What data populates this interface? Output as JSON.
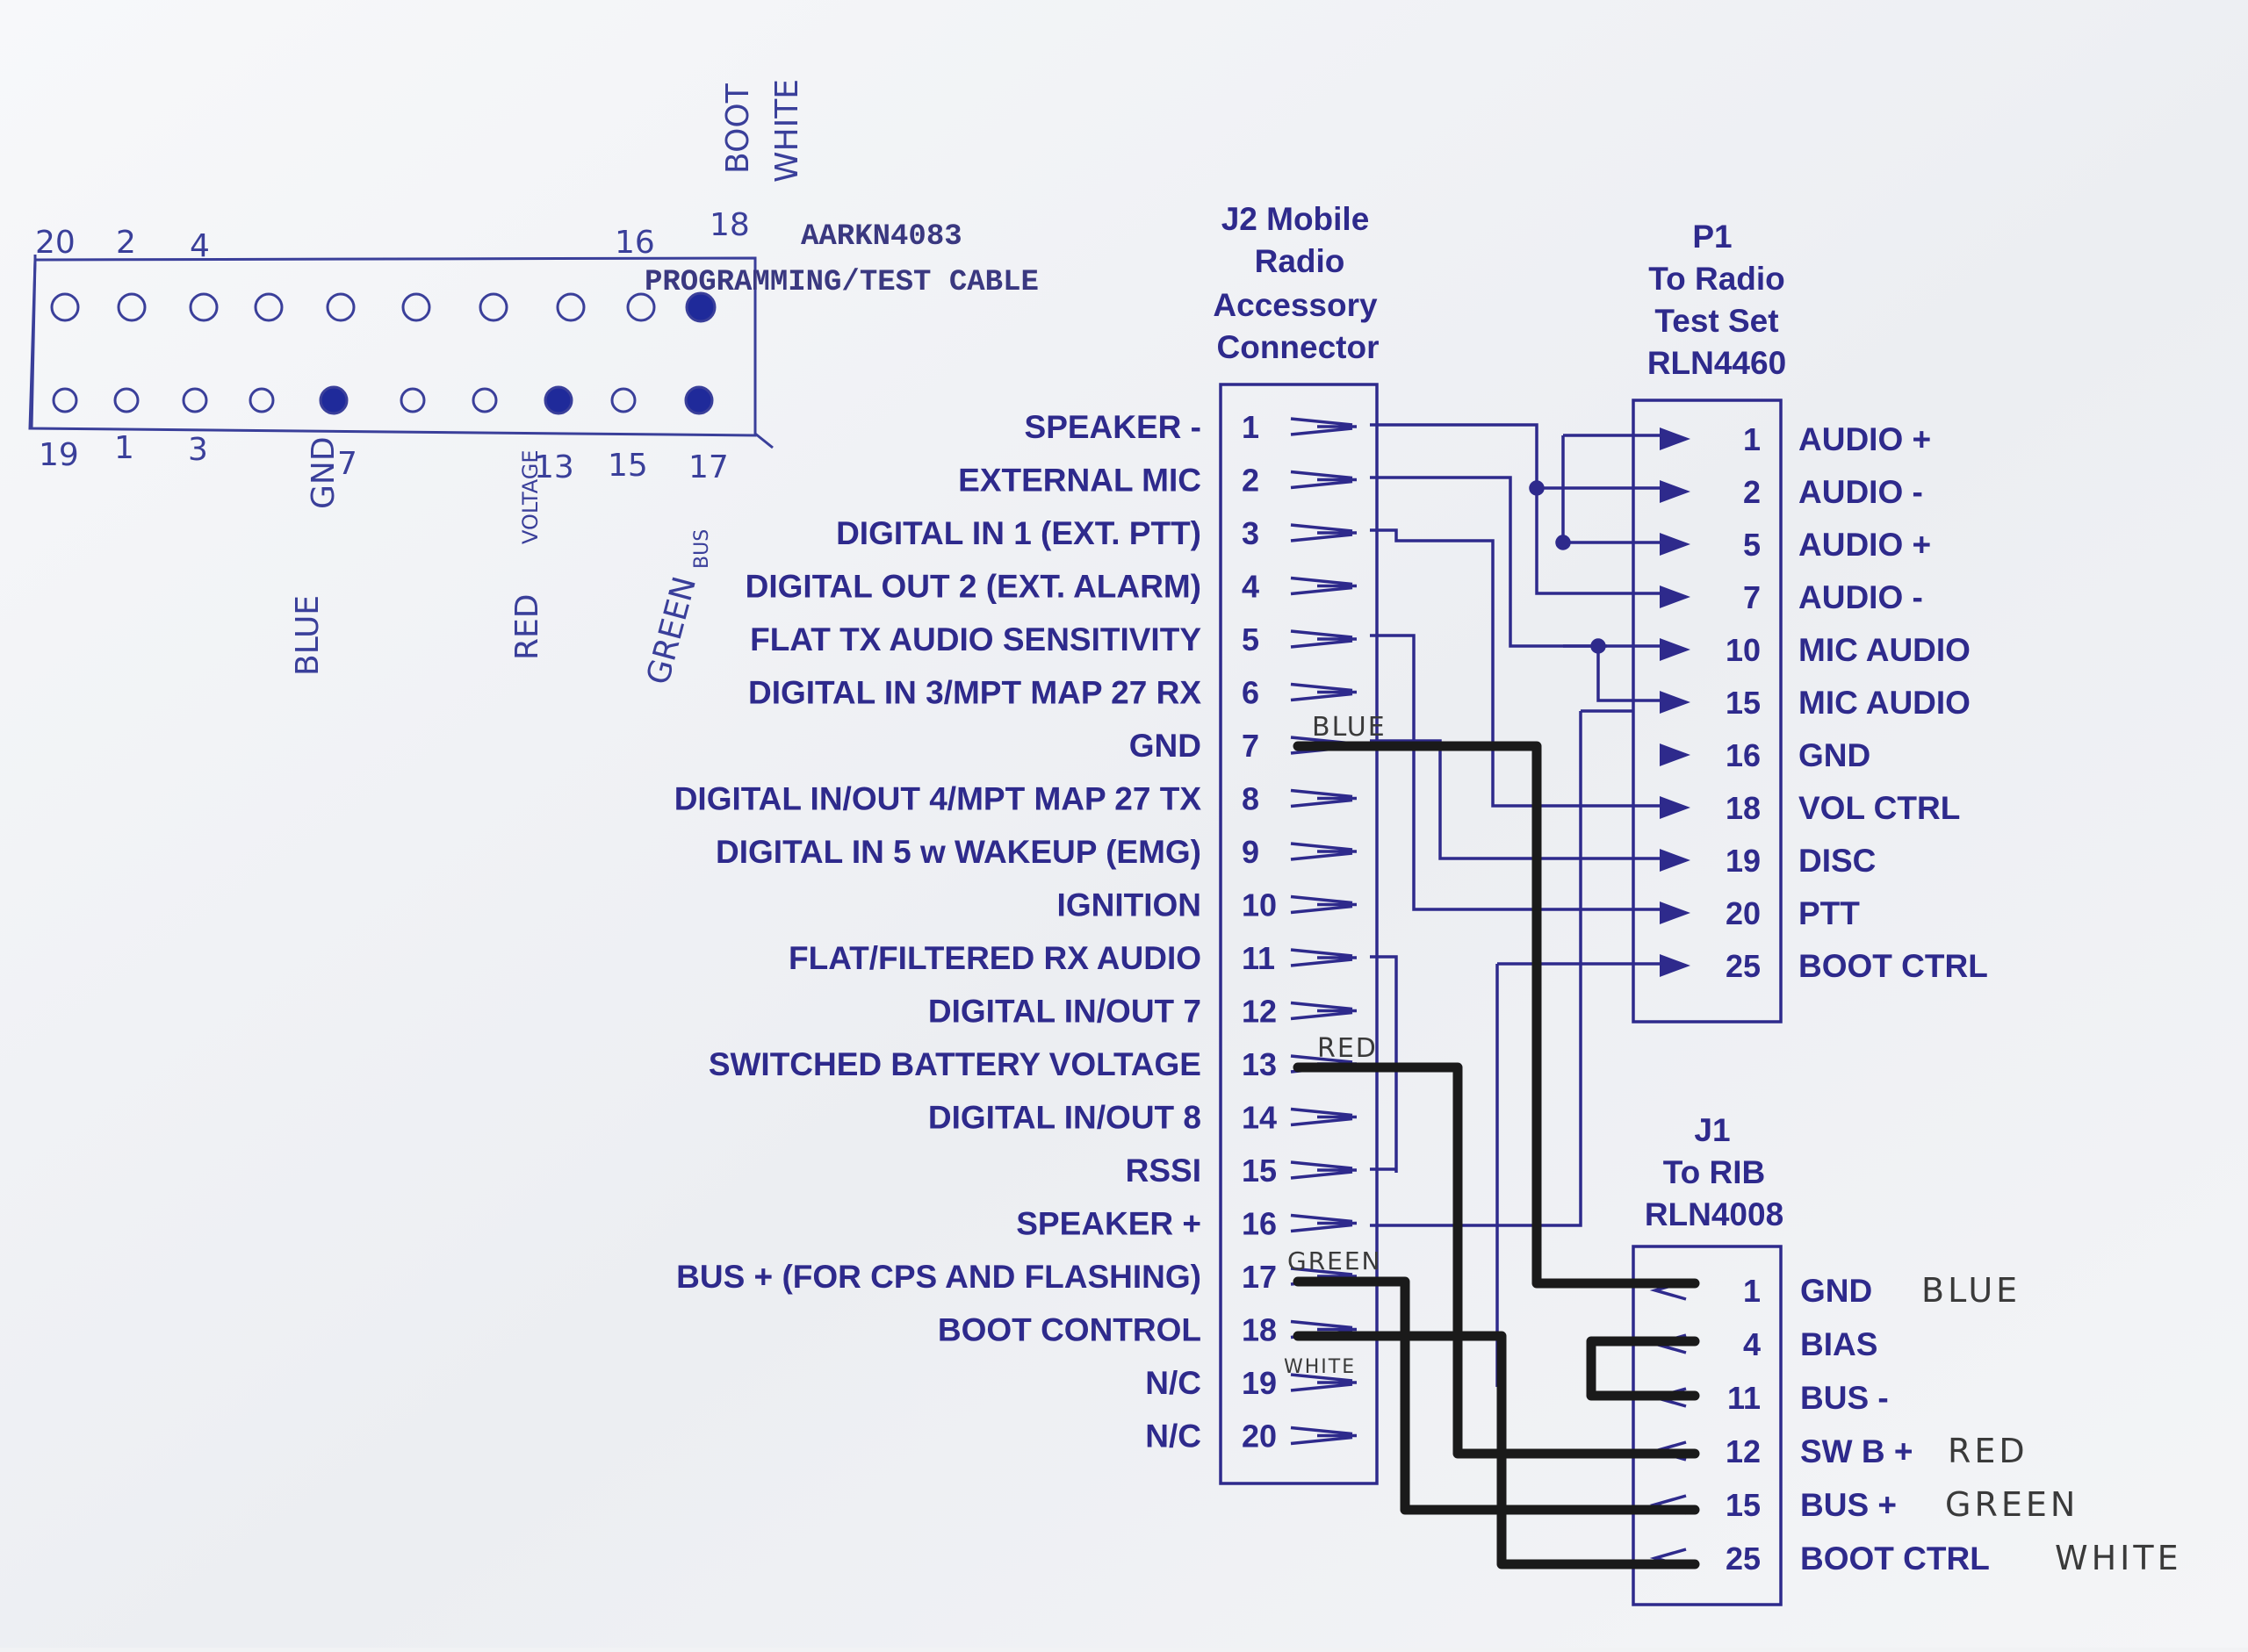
{
  "top_cable": {
    "part_number": "AARKN4083",
    "description": "PROGRAMMING/TEST CABLE",
    "top_row_numbers": [
      "20",
      "2",
      "4",
      "16",
      "18"
    ],
    "bottom_row_numbers": [
      "19",
      "1",
      "3",
      "7",
      "13",
      "15",
      "17"
    ],
    "pin_labels": {
      "gnd": "GND",
      "voltage": "VOLTAGE",
      "bus": "BUS",
      "boot": "BOOT",
      "white": "WHITE",
      "blue": "BLUE",
      "red": "RED",
      "green": "GREEN"
    }
  },
  "j2": {
    "title": [
      "J2 Mobile",
      "Radio",
      "Accessory",
      "Connector"
    ],
    "pins": [
      {
        "num": "1",
        "label": "SPEAKER -"
      },
      {
        "num": "2",
        "label": "EXTERNAL MIC"
      },
      {
        "num": "3",
        "label": "DIGITAL IN 1 (EXT. PTT)"
      },
      {
        "num": "4",
        "label": "DIGITAL OUT 2 (EXT. ALARM)"
      },
      {
        "num": "5",
        "label": "FLAT TX AUDIO SENSITIVITY"
      },
      {
        "num": "6",
        "label": "DIGITAL IN 3/MPT MAP 27 RX"
      },
      {
        "num": "7",
        "label": "GND"
      },
      {
        "num": "8",
        "label": "DIGITAL IN/OUT 4/MPT MAP 27 TX"
      },
      {
        "num": "9",
        "label": "DIGITAL IN 5 w WAKEUP (EMG)"
      },
      {
        "num": "10",
        "label": "IGNITION"
      },
      {
        "num": "11",
        "label": "FLAT/FILTERED RX AUDIO"
      },
      {
        "num": "12",
        "label": "DIGITAL IN/OUT 7"
      },
      {
        "num": "13",
        "label": "SWITCHED BATTERY VOLTAGE"
      },
      {
        "num": "14",
        "label": "DIGITAL IN/OUT 8"
      },
      {
        "num": "15",
        "label": "RSSI"
      },
      {
        "num": "16",
        "label": "SPEAKER +"
      },
      {
        "num": "17",
        "label": "BUS + (FOR CPS AND FLASHING)"
      },
      {
        "num": "18",
        "label": "BOOT CONTROL"
      },
      {
        "num": "19",
        "label": "N/C"
      },
      {
        "num": "20",
        "label": "N/C"
      }
    ],
    "wire_notes": {
      "7": "BLUE",
      "13": "RED",
      "17": "GREEN",
      "18": "WHITE"
    }
  },
  "p1": {
    "title": [
      "P1",
      "To Radio",
      "Test Set",
      "RLN4460"
    ],
    "pins": [
      {
        "num": "1",
        "label": "AUDIO +"
      },
      {
        "num": "2",
        "label": "AUDIO -"
      },
      {
        "num": "5",
        "label": "AUDIO +"
      },
      {
        "num": "7",
        "label": "AUDIO -"
      },
      {
        "num": "10",
        "label": "MIC AUDIO"
      },
      {
        "num": "15",
        "label": "MIC AUDIO"
      },
      {
        "num": "16",
        "label": "GND"
      },
      {
        "num": "18",
        "label": "VOL CTRL"
      },
      {
        "num": "19",
        "label": "DISC"
      },
      {
        "num": "20",
        "label": "PTT"
      },
      {
        "num": "25",
        "label": "BOOT CTRL"
      }
    ]
  },
  "j1": {
    "title": [
      "J1",
      "To RIB",
      "RLN4008"
    ],
    "pins": [
      {
        "num": "1",
        "label": "GND",
        "note": "BLUE"
      },
      {
        "num": "4",
        "label": "BIAS",
        "note": ""
      },
      {
        "num": "11",
        "label": "BUS -",
        "note": ""
      },
      {
        "num": "12",
        "label": "SW B +",
        "note": "RED"
      },
      {
        "num": "15",
        "label": "BUS +",
        "note": "GREEN"
      },
      {
        "num": "25",
        "label": "BOOT CTRL",
        "note": "WHITE"
      }
    ]
  },
  "colors": {
    "print": "#2e2a8c",
    "pen": "#3a3f9a",
    "marker": "#1a1a1a",
    "paper": "#f1f2f4"
  }
}
